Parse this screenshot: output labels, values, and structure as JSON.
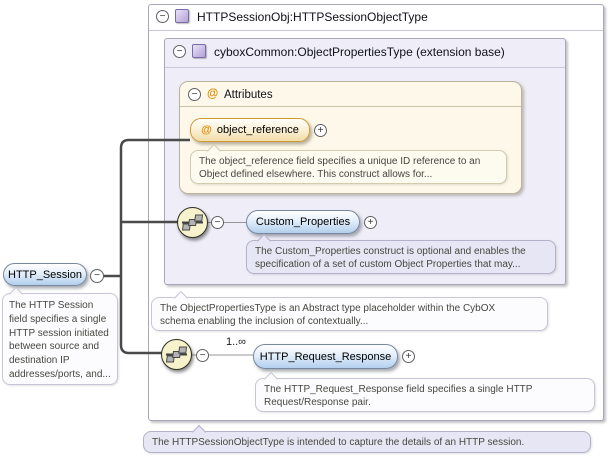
{
  "icons": {
    "collapse": "−",
    "expand": "+",
    "attribute": "@"
  },
  "root_element": {
    "label": "HTTP_Session",
    "annotation_lines": [
      "The HTTP Session",
      "field specifies a single",
      "HTTP session initiated",
      "between source and",
      "destination IP",
      "addresses/ports, and..."
    ]
  },
  "type_box": {
    "title": "HTTPSessionObj:HTTPSessionObjectType",
    "footer_annotation": "The HTTPSessionObjectType is intended to capture the details of an HTTP session."
  },
  "extension_box": {
    "title": "cyboxCommon:ObjectPropertiesType (extension base)",
    "annotation_lines": [
      "The ObjectPropertiesType is an Abstract type placeholder within the CybOX",
      "schema enabling the inclusion of contextually..."
    ]
  },
  "attributes_section": {
    "title": "Attributes",
    "object_reference": {
      "label": "object_reference",
      "annotation_lines": [
        "The object_reference field specifies a unique ID reference to an",
        "Object defined elsewhere. This construct allows for..."
      ]
    }
  },
  "custom_properties": {
    "label": "Custom_Properties",
    "annotation_lines": [
      "The Custom_Properties construct is optional and enables the",
      "specification of a set of custom Object Properties that may..."
    ]
  },
  "http_request_response": {
    "label": "HTTP_Request_Response",
    "cardinality": "1..∞",
    "annotation_lines": [
      "The HTTP_Request_Response field specifies a single HTTP",
      "Request/Response pair."
    ]
  },
  "colors": {
    "element_pill_bottom": "#b2cfee",
    "attribute_pill_border": "#cf9a34",
    "sequence_icon_bg": "#f6f2cb",
    "extension_box_bg": "#efeef8",
    "attributes_box_bg": "#fdf8e9",
    "annotation_lavender_bg": "#e7e6f4",
    "connector": "#4a4a4a"
  }
}
